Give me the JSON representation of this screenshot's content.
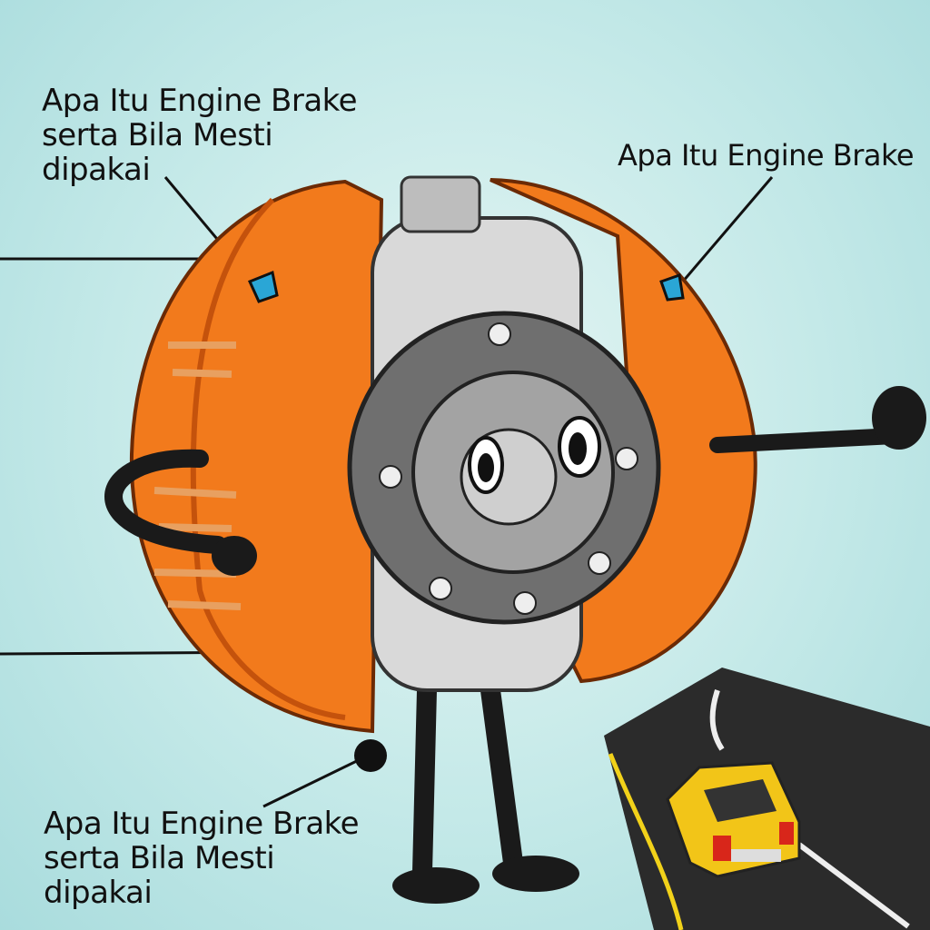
{
  "labels": {
    "top_left": [
      "Apa Itu Engine Brake",
      "serta Bila Mesti",
      "dipakai"
    ],
    "top_right": "Apa Itu Engine Brake",
    "bottom_left": [
      "Apa Itu Engine Brake",
      "serta Bila Mesti",
      "dipakai"
    ]
  },
  "colors": {
    "caliper": "#f27a1c",
    "disc": "#6f6f6f",
    "car": "#f2c518",
    "road": "#2b2b2b"
  }
}
